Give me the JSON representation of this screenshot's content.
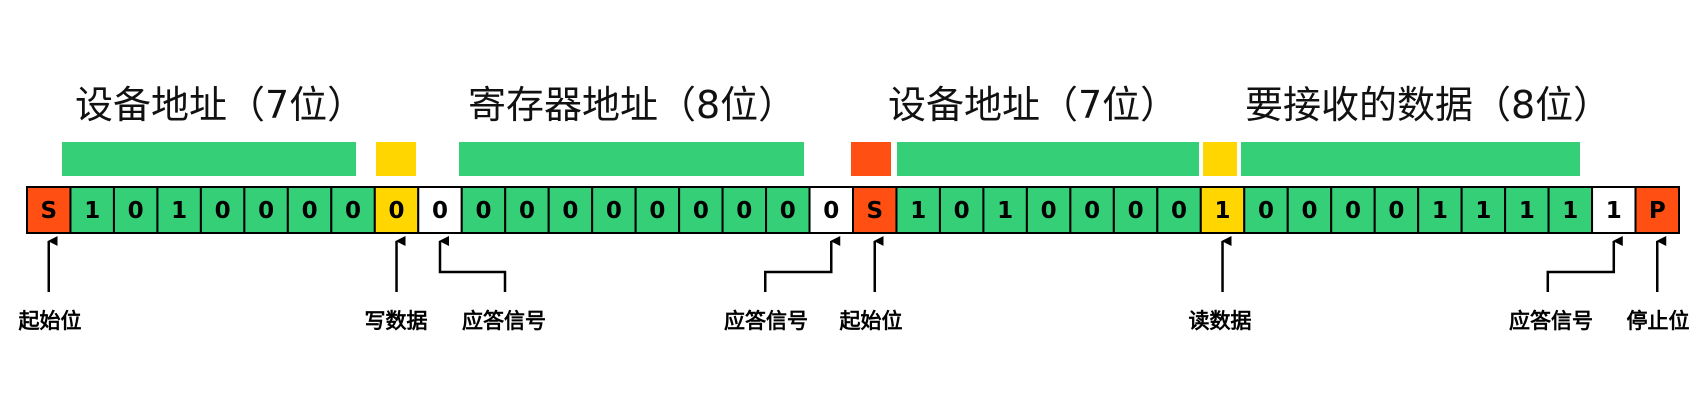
{
  "colors": {
    "start": "#ff4f12",
    "address": "#35cf78",
    "rw": "#ffd600",
    "ack": "#ffffff",
    "stop": "#ff4f12",
    "line": "#000000"
  },
  "sections": [
    {
      "id": "dev-addr-1",
      "title": "设备地址（7位）",
      "color": "address"
    },
    {
      "id": "rw-1",
      "title": "",
      "color": "rw"
    },
    {
      "id": "reg-addr",
      "title": "寄存器地址（8位）",
      "color": "address"
    },
    {
      "id": "start-2",
      "title": "",
      "color": "start"
    },
    {
      "id": "dev-addr-2",
      "title": "设备地址（7位）",
      "color": "address"
    },
    {
      "id": "rw-2",
      "title": "",
      "color": "rw"
    },
    {
      "id": "recv-data",
      "title": "要接收的数据（8位）",
      "color": "address"
    }
  ],
  "bits": [
    {
      "v": "S",
      "t": "start"
    },
    {
      "v": "1",
      "t": "address"
    },
    {
      "v": "0",
      "t": "address"
    },
    {
      "v": "1",
      "t": "address"
    },
    {
      "v": "0",
      "t": "address"
    },
    {
      "v": "0",
      "t": "address"
    },
    {
      "v": "0",
      "t": "address"
    },
    {
      "v": "0",
      "t": "address"
    },
    {
      "v": "0",
      "t": "rw"
    },
    {
      "v": "0",
      "t": "ack"
    },
    {
      "v": "0",
      "t": "address"
    },
    {
      "v": "0",
      "t": "address"
    },
    {
      "v": "0",
      "t": "address"
    },
    {
      "v": "0",
      "t": "address"
    },
    {
      "v": "0",
      "t": "address"
    },
    {
      "v": "0",
      "t": "address"
    },
    {
      "v": "0",
      "t": "address"
    },
    {
      "v": "0",
      "t": "address"
    },
    {
      "v": "0",
      "t": "ack"
    },
    {
      "v": "S",
      "t": "start"
    },
    {
      "v": "1",
      "t": "address"
    },
    {
      "v": "0",
      "t": "address"
    },
    {
      "v": "1",
      "t": "address"
    },
    {
      "v": "0",
      "t": "address"
    },
    {
      "v": "0",
      "t": "address"
    },
    {
      "v": "0",
      "t": "address"
    },
    {
      "v": "0",
      "t": "address"
    },
    {
      "v": "1",
      "t": "rw"
    },
    {
      "v": "0",
      "t": "address"
    },
    {
      "v": "0",
      "t": "address"
    },
    {
      "v": "0",
      "t": "address"
    },
    {
      "v": "0",
      "t": "address"
    },
    {
      "v": "1",
      "t": "address"
    },
    {
      "v": "1",
      "t": "address"
    },
    {
      "v": "1",
      "t": "address"
    },
    {
      "v": "1",
      "t": "address"
    },
    {
      "v": "1",
      "t": "ack"
    },
    {
      "v": "P",
      "t": "stop"
    }
  ],
  "annotations": [
    {
      "id": "start-1",
      "label": "起始位",
      "bit": 0,
      "style": "straight"
    },
    {
      "id": "write",
      "label": "写数据",
      "bit": 8,
      "style": "straight"
    },
    {
      "id": "ack-1",
      "label": "应答信号",
      "bit": 9,
      "style": "elbow-right"
    },
    {
      "id": "ack-2",
      "label": "应答信号",
      "bit": 18,
      "style": "elbow-left"
    },
    {
      "id": "start-2",
      "label": "起始位",
      "bit": 19,
      "style": "straight"
    },
    {
      "id": "read",
      "label": "读数据",
      "bit": 27,
      "style": "straight"
    },
    {
      "id": "ack-3",
      "label": "应答信号",
      "bit": 36,
      "style": "elbow-left"
    },
    {
      "id": "stop",
      "label": "停止位",
      "bit": 37,
      "style": "straight"
    }
  ]
}
